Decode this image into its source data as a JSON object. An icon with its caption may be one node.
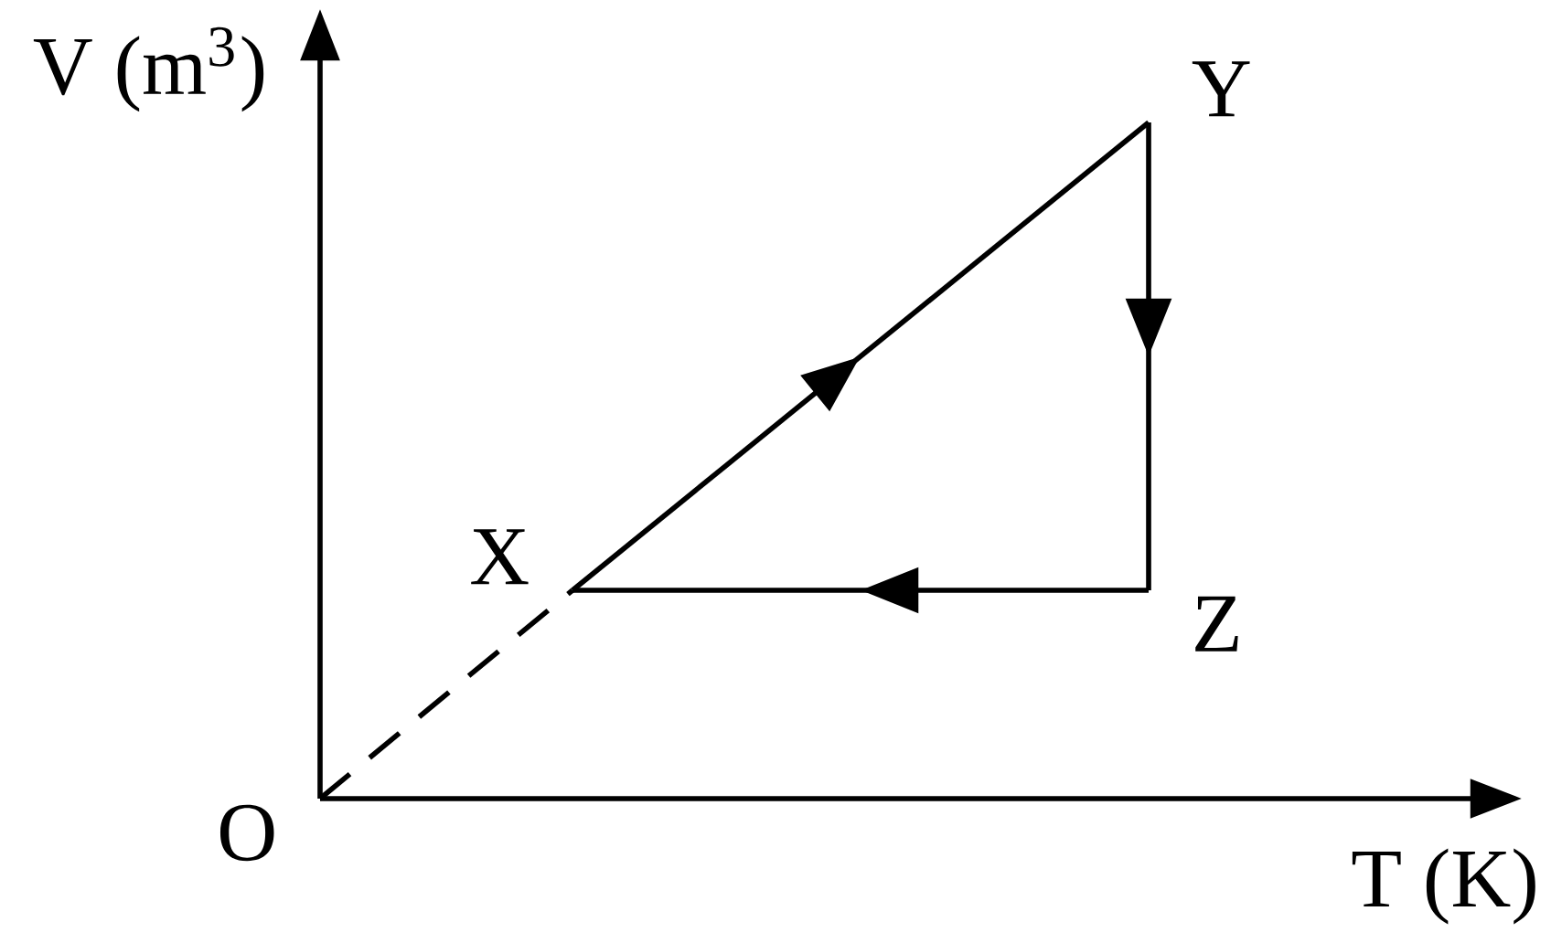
{
  "diagram": {
    "nodes": [
      {
        "text": [
          "X"
        ]
      },
      {
        "text": [
          "Y"
        ]
      },
      {
        "text": [
          "Z"
        ]
      },
      {
        "text": [
          "O"
        ]
      }
    ],
    "edges": [
      {
        "from": 0,
        "to": 1,
        "arrow": "to"
      },
      {
        "from": 1,
        "to": 2,
        "arrow": "to"
      },
      {
        "from": 2,
        "to": 0,
        "arrow": "to"
      },
      {
        "from": 3,
        "to": 0,
        "arrow": "none",
        "style": "dashed"
      }
    ],
    "labels": [
      "V (m$^{3}$)",
      "T (K)"
    ]
  }
}
